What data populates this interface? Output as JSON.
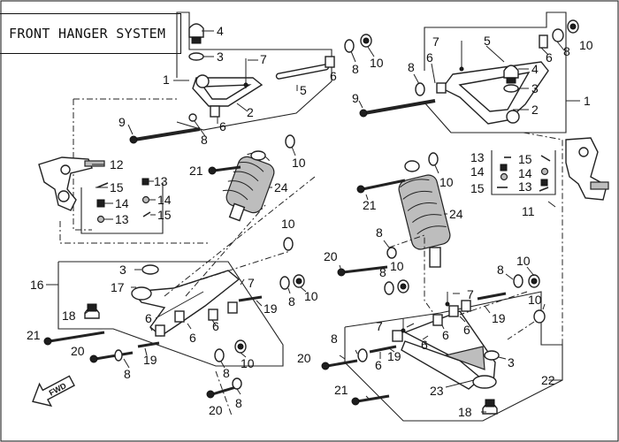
{
  "title": "FRONT HANGER SYSTEM",
  "fwd_label": "FWD",
  "callouts": {
    "c_ul_4": "4",
    "c_ul_3": "3",
    "c_ul_7": "7",
    "c_ul_1": "1",
    "c_ul_5": "5",
    "c_ul_6a": "6",
    "c_ul_2": "2",
    "c_ul_6b": "6",
    "c_ul_8": "8",
    "c_top_8": "8",
    "c_top_10": "10",
    "c_l_9": "9",
    "c_l_12": "12",
    "c_l_15a": "15",
    "c_l_13a": "13",
    "c_l_14a": "14",
    "c_l_14b": "14",
    "c_l_13b": "13",
    "c_l_15b": "15",
    "c_s_21": "21",
    "c_s_24": "24",
    "c_s_10": "10",
    "c_r_7": "7",
    "c_r_5": "5",
    "c_r_6": "6",
    "c_r_8": "8",
    "c_r_10": "10",
    "c_r_8b": "8",
    "c_r_6b": "6",
    "c_r_4": "4",
    "c_r_3": "3",
    "c_r_2": "2",
    "c_r_1": "1",
    "c_r_9": "9",
    "c_rk_13a": "13",
    "c_rk_15a": "15",
    "c_rk_14a": "14",
    "c_rk_14b": "14",
    "c_rk_15b": "15",
    "c_rk_13b": "13",
    "c_rk_11": "11",
    "c_rs_10": "10",
    "c_rs_21": "21",
    "c_rs_24": "24",
    "c_ll_10": "10",
    "c_ll_3": "3",
    "c_ll_16": "16",
    "c_ll_17": "17",
    "c_ll_7": "7",
    "c_ll_18": "18",
    "c_ll_6a": "6",
    "c_ll_6b": "6",
    "c_ll_6c": "6",
    "c_ll_19a": "19",
    "c_ll_8a": "8",
    "c_ll_10a": "10",
    "c_ll_21": "21",
    "c_ll_20a": "20",
    "c_ll_19b": "19",
    "c_ll_8b": "8",
    "c_ll_8c": "8",
    "c_ll_10b": "10",
    "c_ll_20b": "20",
    "c_ll_8d": "8",
    "c_m_20": "20",
    "c_m_8a": "8",
    "c_m_8b": "8",
    "c_m_10": "10",
    "c_lr_8a": "8",
    "c_lr_10a": "10",
    "c_lr_7a": "7",
    "c_lr_6a": "6",
    "c_lr_19a": "19",
    "c_lr_10b": "10",
    "c_lr_7b": "7",
    "c_lr_6b": "6",
    "c_lr_6c": "6",
    "c_lr_8b": "8",
    "c_lr_6d": "6",
    "c_lr_19b": "19",
    "c_lr_20": "20",
    "c_lr_3": "3",
    "c_lr_22": "22",
    "c_lr_21": "21",
    "c_lr_23": "23",
    "c_lr_18": "18"
  },
  "colors": {
    "line": "#222222",
    "background": "#ffffff",
    "fill_dark": "#1e1e1e"
  }
}
